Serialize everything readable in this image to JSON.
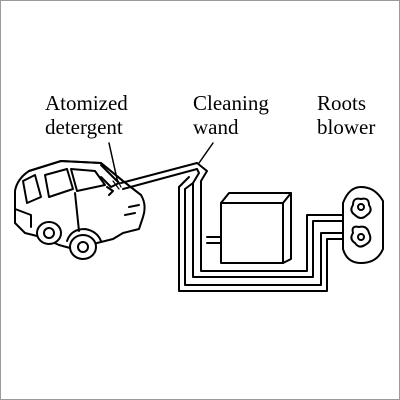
{
  "labels": {
    "atomized_detergent": [
      "Atomized",
      "detergent"
    ],
    "cleaning_wand": [
      "Cleaning",
      "wand"
    ],
    "roots_blower": [
      "Roots",
      "blower"
    ]
  },
  "colors": {
    "line": "#000000",
    "fill": "#ffffff",
    "border": "#9a9a9a"
  }
}
